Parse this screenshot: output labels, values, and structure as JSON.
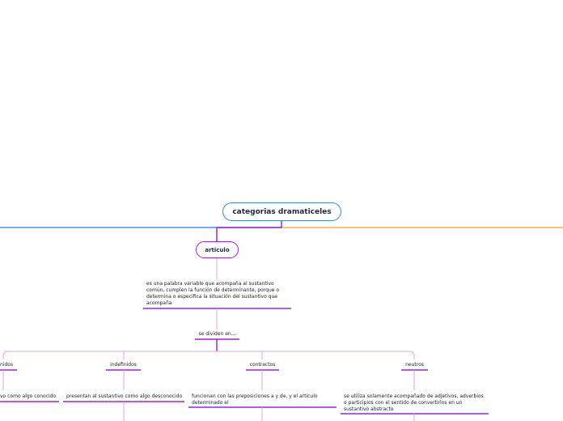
{
  "root": {
    "label": "categorias dramaticeles",
    "color": "#3f8fd4"
  },
  "branch_colors": {
    "left": "#4a90e2",
    "right": "#f5b041",
    "main": "#9a27d6",
    "light": "#d9a6ef"
  },
  "articulo": {
    "label": "articulo",
    "definition": "es una palabra variable que acompaña al sustantivo común, cumplen la función de determinante, porque o determina o especifica la situación del sustantivo que acompaña",
    "divide_label": "se dividen en...",
    "types": [
      {
        "label": "nidos",
        "description": "vo como algo conocido"
      },
      {
        "label": "indefinidos",
        "description": "presentan al sustantivo como algo desconocido"
      },
      {
        "label": "contractos",
        "description": "funcionan con las preposiciones a y de, y el articulo determinado el"
      },
      {
        "label": "neutros",
        "description": "se utiliza solamente acompañado de adjetivos, adverbios o participios con el sentido de convertirlos en un sustantivo abstracto"
      }
    ]
  }
}
